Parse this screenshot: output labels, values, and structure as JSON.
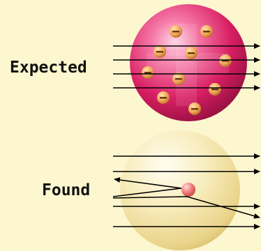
{
  "labels": {
    "expected": "Expected",
    "found": "Found"
  },
  "colors": {
    "background": "#fdf7cf",
    "plum_pudding_sphere": "#d81e63",
    "electron": "#f0a75a",
    "nucleus_model_sphere": "#f3e2a0",
    "nucleus": "#f07a7a",
    "arrow": "#000000"
  },
  "icons": {
    "electron_mark": "minus-sign",
    "particle_path": "arrow"
  }
}
